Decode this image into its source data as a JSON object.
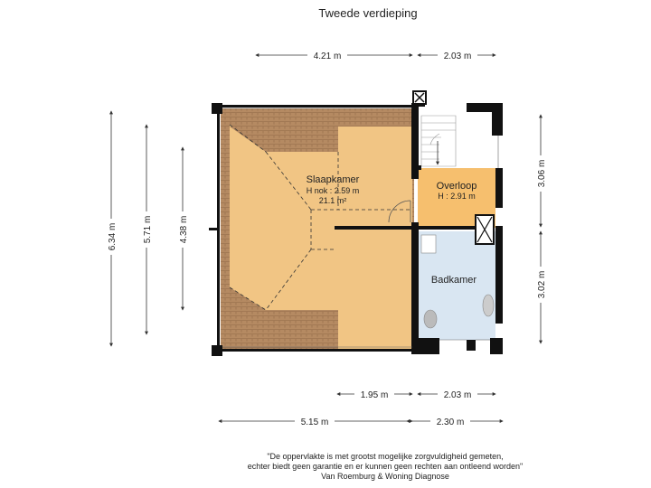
{
  "title": "Tweede verdieping",
  "dimensions": {
    "top_left": "4.21 m",
    "top_right": "2.03 m",
    "left_outer": "6.34 m",
    "left_mid": "5.71 m",
    "left_inner": "4.38 m",
    "right_upper": "3.06 m",
    "right_lower": "3.02 m",
    "bottom_upper_left": "1.95 m",
    "bottom_upper_right": "2.03 m",
    "bottom_lower_left": "5.15 m",
    "bottom_lower_right": "2.30 m"
  },
  "rooms": {
    "slaapkamer": {
      "name": "Slaapkamer",
      "height": "H nok : 2.59 m",
      "area": "21.1 m²"
    },
    "overloop": {
      "name": "Overloop",
      "height": "H : 2.91 m"
    },
    "badkamer": {
      "name": "Badkamer"
    }
  },
  "colors": {
    "slaapkamer_floor": "#f1c584",
    "overloop_floor": "#f6bf6e",
    "badkamer_floor": "#d9e6f2",
    "roof_tiles": "#b58a62",
    "wall": "#111111",
    "dimension_line": "#333333"
  },
  "disclaimer": {
    "line1": "\"De oppervlakte is met grootst mogelijke zorgvuldigheid gemeten,",
    "line2": "echter biedt geen garantie en er kunnen geen rechten aan ontleend worden\"",
    "line3": "Van Roemburg & Woning Diagnose"
  }
}
